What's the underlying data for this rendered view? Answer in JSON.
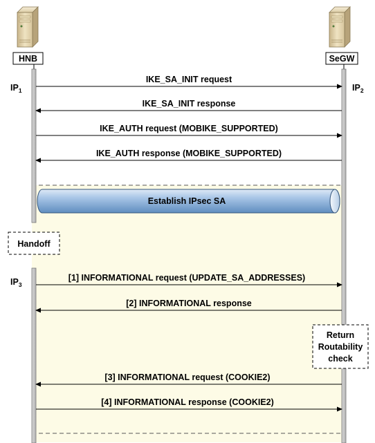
{
  "entities": {
    "left_name": "HNB",
    "right_name": "SeGW"
  },
  "addresses": {
    "ip1": {
      "base": "IP",
      "sub": "1"
    },
    "ip2": {
      "base": "IP",
      "sub": "2"
    },
    "ip3": {
      "base": "IP",
      "sub": "3"
    }
  },
  "messages": [
    {
      "label": "IKE_SA_INIT request",
      "direction": "right"
    },
    {
      "label": "IKE_SA_INIT response",
      "direction": "left"
    },
    {
      "label": "IKE_AUTH request (MOBIKE_SUPPORTED)",
      "direction": "right"
    },
    {
      "label": "IKE_AUTH response (MOBIKE_SUPPORTED)",
      "direction": "left"
    },
    {
      "label": "[1] INFORMATIONAL request (UPDATE_SA_ADDRESSES)",
      "direction": "right"
    },
    {
      "label": "[2] INFORMATIONAL response",
      "direction": "left"
    },
    {
      "label": "[3] INFORMATIONAL request (COOKIE2)",
      "direction": "left"
    },
    {
      "label": "[4] INFORMATIONAL response (COOKIE2)",
      "direction": "right"
    }
  ],
  "tunnel_label": "Establish IPsec SA",
  "handoff_label": "Handoff",
  "return_routability": {
    "line1": "Return",
    "line2": "Routability",
    "line3": "check"
  },
  "colors": {
    "region_fill": "#fdfbe6",
    "tunnel_fill": "#8eb6de",
    "lifeline_fill": "#c2c2c2"
  },
  "icons": [
    "server-icon",
    "server-icon"
  ]
}
